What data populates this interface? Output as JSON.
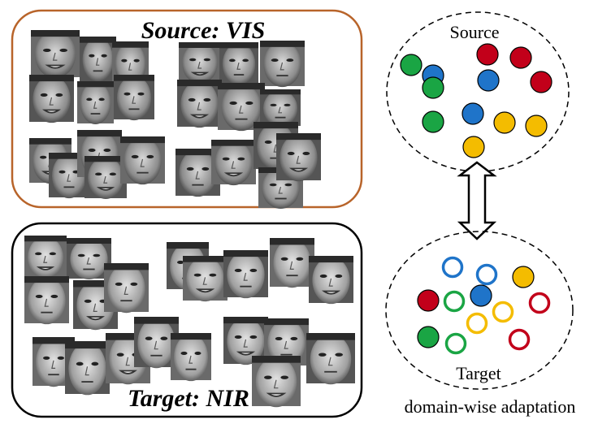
{
  "source_panel": {
    "title": "Source: VIS",
    "border_color": "#b8642a"
  },
  "target_panel": {
    "title": "Target: NIR",
    "border_color": "#000000"
  },
  "source_cluster": {
    "label": "Source"
  },
  "target_cluster": {
    "label": "Target"
  },
  "caption": "domain-wise adaptation",
  "colors": {
    "green": "#1aa544",
    "blue": "#1f74c9",
    "red": "#c2001a",
    "yellow": "#f4bc00"
  },
  "source_dots": [
    {
      "color": "green",
      "filled": true
    },
    {
      "color": "red",
      "filled": true
    },
    {
      "color": "red",
      "filled": true
    },
    {
      "color": "blue",
      "filled": true
    },
    {
      "color": "green",
      "filled": true
    },
    {
      "color": "blue",
      "filled": true
    },
    {
      "color": "red",
      "filled": true
    },
    {
      "color": "green",
      "filled": true
    },
    {
      "color": "blue",
      "filled": true
    },
    {
      "color": "yellow",
      "filled": true
    },
    {
      "color": "yellow",
      "filled": true
    },
    {
      "color": "yellow",
      "filled": true
    }
  ],
  "target_dots": [
    {
      "color": "blue",
      "filled": false
    },
    {
      "color": "blue",
      "filled": false
    },
    {
      "color": "yellow",
      "filled": true
    },
    {
      "color": "red",
      "filled": true
    },
    {
      "color": "green",
      "filled": false
    },
    {
      "color": "blue",
      "filled": true
    },
    {
      "color": "red",
      "filled": false
    },
    {
      "color": "yellow",
      "filled": false
    },
    {
      "color": "yellow",
      "filled": false
    },
    {
      "color": "green",
      "filled": true
    },
    {
      "color": "green",
      "filled": false
    },
    {
      "color": "red",
      "filled": false
    }
  ]
}
